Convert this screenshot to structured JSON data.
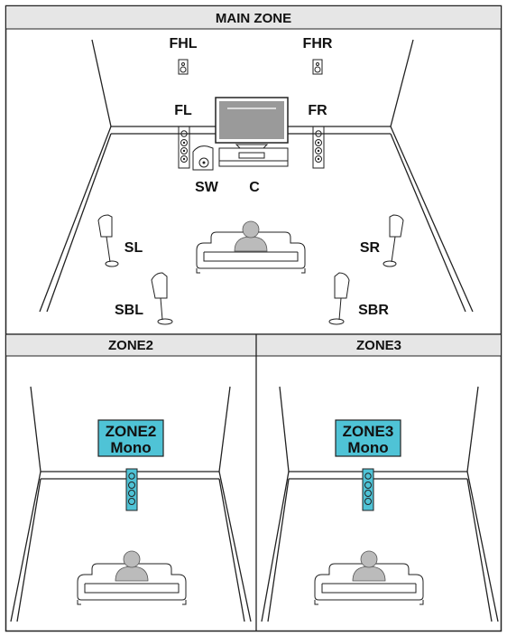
{
  "main_zone": {
    "title": "MAIN ZONE",
    "speakers": {
      "fhl": "FHL",
      "fhr": "FHR",
      "fl": "FL",
      "fr": "FR",
      "sw": "SW",
      "c": "C",
      "sl": "SL",
      "sr": "SR",
      "sbl": "SBL",
      "sbr": "SBR"
    }
  },
  "zone2": {
    "title": "ZONE2",
    "speaker_line1": "ZONE2",
    "speaker_line2": "Mono"
  },
  "zone3": {
    "title": "ZONE3",
    "speaker_line1": "ZONE3",
    "speaker_line2": "Mono"
  },
  "colors": {
    "header_bg": "#e6e6e6",
    "zone_speaker": "#4fc3d6",
    "border": "#222222"
  }
}
